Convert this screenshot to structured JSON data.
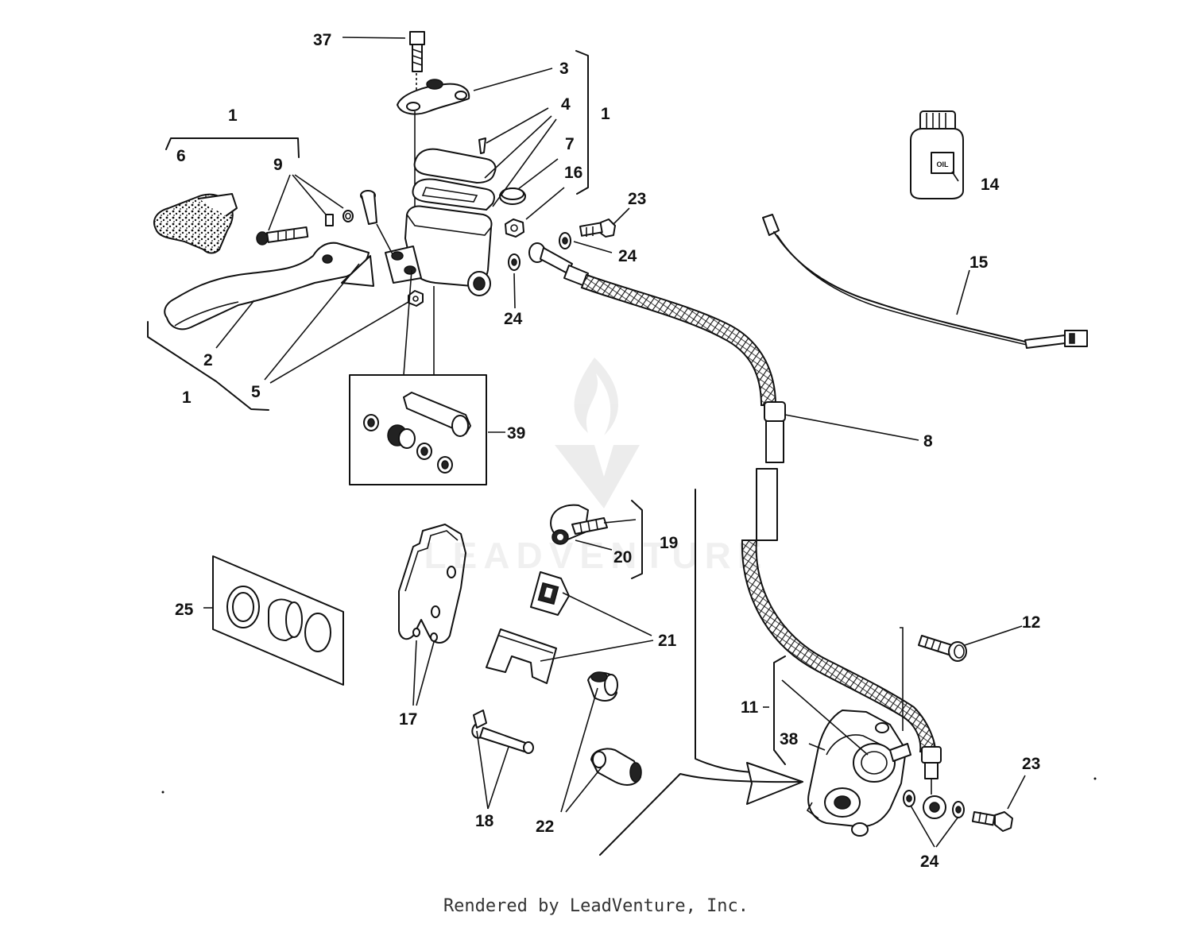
{
  "footer": "Rendered by LeadVenture, Inc.",
  "watermark": "LEADVENTURE",
  "bottle_label": "OIL",
  "callouts": [
    {
      "id": "c37",
      "text": "37"
    },
    {
      "id": "c3",
      "text": "3"
    },
    {
      "id": "c4",
      "text": "4"
    },
    {
      "id": "c1a",
      "text": "1"
    },
    {
      "id": "c7",
      "text": "7"
    },
    {
      "id": "c16",
      "text": "16"
    },
    {
      "id": "c1b",
      "text": "1"
    },
    {
      "id": "c6",
      "text": "6"
    },
    {
      "id": "c9",
      "text": "9"
    },
    {
      "id": "c23a",
      "text": "23"
    },
    {
      "id": "c24a",
      "text": "24"
    },
    {
      "id": "c24b",
      "text": "24"
    },
    {
      "id": "c14",
      "text": "14"
    },
    {
      "id": "c15",
      "text": "15"
    },
    {
      "id": "c2",
      "text": "2"
    },
    {
      "id": "c5",
      "text": "5"
    },
    {
      "id": "c1c",
      "text": "1"
    },
    {
      "id": "c39",
      "text": "39"
    },
    {
      "id": "c8",
      "text": "8"
    },
    {
      "id": "c19",
      "text": "19"
    },
    {
      "id": "c20",
      "text": "20"
    },
    {
      "id": "c25",
      "text": "25"
    },
    {
      "id": "c21",
      "text": "21"
    },
    {
      "id": "c12",
      "text": "12"
    },
    {
      "id": "c17",
      "text": "17"
    },
    {
      "id": "c11",
      "text": "11"
    },
    {
      "id": "c38",
      "text": "38"
    },
    {
      "id": "c18",
      "text": "18"
    },
    {
      "id": "c22",
      "text": "22"
    },
    {
      "id": "c23b",
      "text": "23"
    },
    {
      "id": "c24c",
      "text": "24"
    }
  ]
}
